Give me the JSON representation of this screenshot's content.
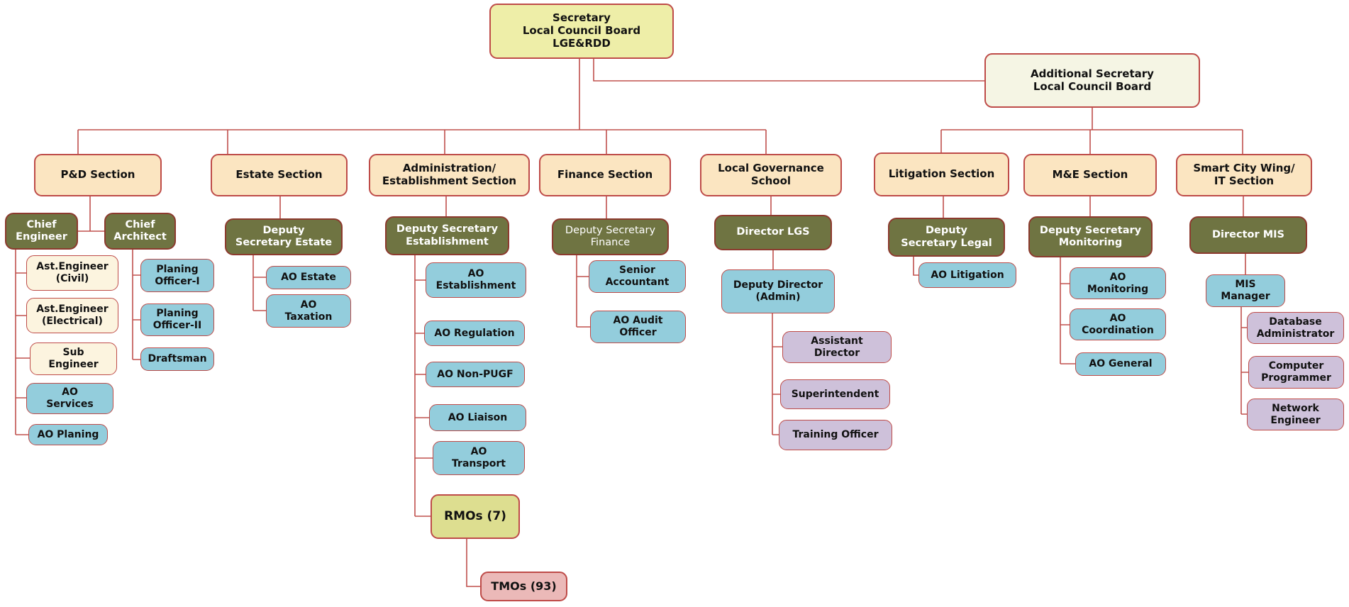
{
  "chart": {
    "type": "org-chart",
    "palette": {
      "root_yellow": "#EEEEA8",
      "cream_light": "#F5F5E4",
      "section_peach": "#FBE5C1",
      "olive": "#6F7442",
      "child_blue": "#93CDDC",
      "child_cream": "#FCF4DF",
      "child_lavender": "#CEC1DA",
      "tmos_pink": "#EBB9B8",
      "rmos_yellow_green": "#DDDE90",
      "box_border": "#BE4B48",
      "olive_border": "#8C3A2E",
      "connector": "#C0504D"
    },
    "nodes": {
      "secretary": {
        "label": "Secretary\nLocal Council Board\nLGE&RDD"
      },
      "additional_secretary": {
        "label": "Additional Secretary\nLocal Council Board"
      },
      "pd_section": {
        "label": "P&D Section"
      },
      "estate_section": {
        "label": "Estate Section"
      },
      "admin_section": {
        "label": "Administration/\nEstablishment Section"
      },
      "finance_section": {
        "label": "Finance Section"
      },
      "lgs_section": {
        "label": "Local Governance\nSchool"
      },
      "litigation_section": {
        "label": "Litigation Section"
      },
      "me_section": {
        "label": "M&E Section"
      },
      "smart_city_section": {
        "label": "Smart City Wing/\nIT Section"
      },
      "chief_engineer": {
        "label": "Chief\nEngineer"
      },
      "chief_architect": {
        "label": "Chief\nArchitect"
      },
      "ds_estate": {
        "label": "Deputy\nSecretary Estate"
      },
      "ds_establishment": {
        "label": "Deputy Secretary\nEstablishment"
      },
      "ds_finance": {
        "label": "Deputy Secretary\nFinance"
      },
      "director_lgs": {
        "label": "Director LGS"
      },
      "ds_legal": {
        "label": "Deputy\nSecretary Legal"
      },
      "ds_monitoring": {
        "label": "Deputy Secretary\nMonitoring"
      },
      "director_mis": {
        "label": "Director MIS"
      },
      "ast_engineer_civil": {
        "label": "Ast.Engineer\n(Civil)"
      },
      "ast_engineer_electrical": {
        "label": "Ast.Engineer\n(Electrical)"
      },
      "sub_engineer": {
        "label": "Sub\nEngineer"
      },
      "ao_services": {
        "label": "AO\nServices"
      },
      "ao_planing": {
        "label": "AO Planing"
      },
      "planing_officer_1": {
        "label": "Planing\nOfficer-I"
      },
      "planing_officer_2": {
        "label": "Planing\nOfficer-II"
      },
      "draftsman": {
        "label": "Draftsman"
      },
      "ao_estate": {
        "label": "AO Estate"
      },
      "ao_taxation": {
        "label": "AO\nTaxation"
      },
      "ao_establishment": {
        "label": "AO\nEstablishment"
      },
      "ao_regulation": {
        "label": "AO Regulation"
      },
      "ao_non_pugf": {
        "label": "AO Non-PUGF"
      },
      "ao_liaison": {
        "label": "AO Liaison"
      },
      "ao_transport": {
        "label": "AO\nTransport"
      },
      "rmos": {
        "label": "RMOs (7)"
      },
      "tmos": {
        "label": "TMOs (93)"
      },
      "senior_accountant": {
        "label": "Senior\nAccountant"
      },
      "ao_audit_officer": {
        "label": "AO Audit\nOfficer"
      },
      "deputy_director_admin": {
        "label": "Deputy Director\n(Admin)"
      },
      "assistant_director": {
        "label": "Assistant\nDirector"
      },
      "superintendent": {
        "label": "Superintendent"
      },
      "training_officer": {
        "label": "Training Officer"
      },
      "ao_litigation": {
        "label": "AO Litigation"
      },
      "ao_monitoring": {
        "label": "AO\nMonitoring"
      },
      "ao_coordination": {
        "label": "AO\nCoordination"
      },
      "ao_general": {
        "label": "AO General"
      },
      "mis_manager": {
        "label": "MIS\nManager"
      },
      "database_administrator": {
        "label": "Database\nAdministrator"
      },
      "computer_programmer": {
        "label": "Computer\nProgrammer"
      },
      "network_engineer": {
        "label": "Network\nEngineer"
      }
    },
    "edges": [
      [
        "secretary",
        "additional_secretary"
      ],
      [
        "secretary",
        "pd_section"
      ],
      [
        "secretary",
        "estate_section"
      ],
      [
        "secretary",
        "admin_section"
      ],
      [
        "secretary",
        "finance_section"
      ],
      [
        "secretary",
        "lgs_section"
      ],
      [
        "additional_secretary",
        "litigation_section"
      ],
      [
        "additional_secretary",
        "me_section"
      ],
      [
        "additional_secretary",
        "smart_city_section"
      ],
      [
        "pd_section",
        "chief_engineer"
      ],
      [
        "pd_section",
        "chief_architect"
      ],
      [
        "chief_engineer",
        "ast_engineer_civil"
      ],
      [
        "chief_engineer",
        "ast_engineer_electrical"
      ],
      [
        "chief_engineer",
        "sub_engineer"
      ],
      [
        "chief_engineer",
        "ao_services"
      ],
      [
        "chief_engineer",
        "ao_planing"
      ],
      [
        "chief_architect",
        "planing_officer_1"
      ],
      [
        "chief_architect",
        "planing_officer_2"
      ],
      [
        "chief_architect",
        "draftsman"
      ],
      [
        "estate_section",
        "ds_estate"
      ],
      [
        "ds_estate",
        "ao_estate"
      ],
      [
        "ds_estate",
        "ao_taxation"
      ],
      [
        "admin_section",
        "ds_establishment"
      ],
      [
        "ds_establishment",
        "ao_establishment"
      ],
      [
        "ds_establishment",
        "ao_regulation"
      ],
      [
        "ds_establishment",
        "ao_non_pugf"
      ],
      [
        "ds_establishment",
        "ao_liaison"
      ],
      [
        "ds_establishment",
        "ao_transport"
      ],
      [
        "ds_establishment",
        "rmos"
      ],
      [
        "rmos",
        "tmos"
      ],
      [
        "finance_section",
        "ds_finance"
      ],
      [
        "ds_finance",
        "senior_accountant"
      ],
      [
        "ds_finance",
        "ao_audit_officer"
      ],
      [
        "lgs_section",
        "director_lgs"
      ],
      [
        "director_lgs",
        "deputy_director_admin"
      ],
      [
        "deputy_director_admin",
        "assistant_director"
      ],
      [
        "deputy_director_admin",
        "superintendent"
      ],
      [
        "deputy_director_admin",
        "training_officer"
      ],
      [
        "litigation_section",
        "ds_legal"
      ],
      [
        "ds_legal",
        "ao_litigation"
      ],
      [
        "me_section",
        "ds_monitoring"
      ],
      [
        "ds_monitoring",
        "ao_monitoring"
      ],
      [
        "ds_monitoring",
        "ao_coordination"
      ],
      [
        "ds_monitoring",
        "ao_general"
      ],
      [
        "smart_city_section",
        "director_mis"
      ],
      [
        "director_mis",
        "mis_manager"
      ],
      [
        "mis_manager",
        "database_administrator"
      ],
      [
        "mis_manager",
        "computer_programmer"
      ],
      [
        "mis_manager",
        "network_engineer"
      ]
    ]
  }
}
